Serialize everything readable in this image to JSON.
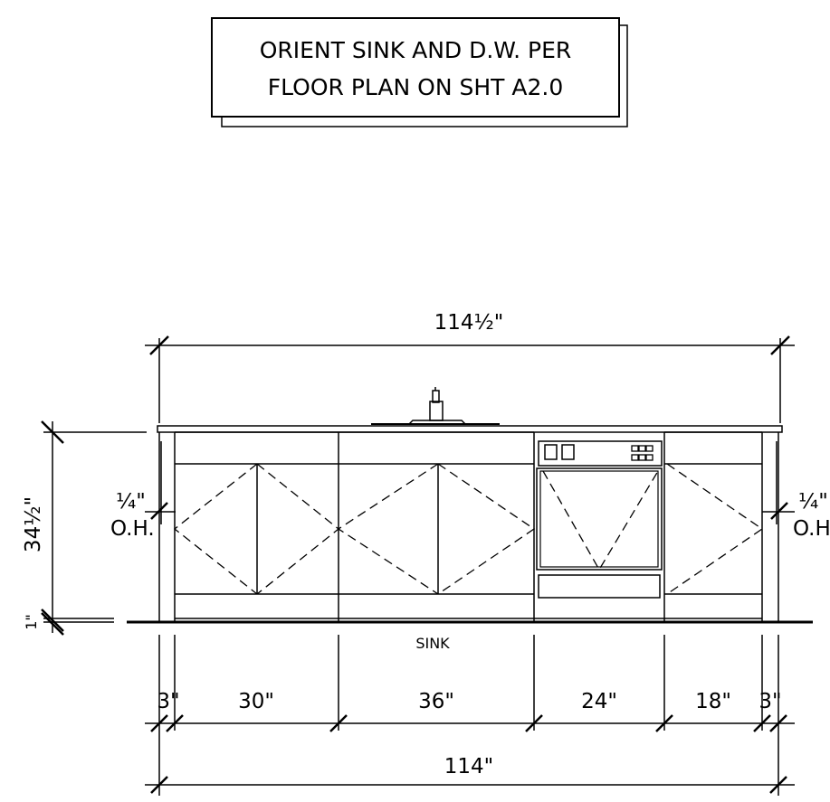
{
  "note": {
    "line1": "ORIENT SINK AND D.W. PER",
    "line2": "FLOOR PLAN ON SHT A2.0"
  },
  "dimensions": {
    "overall_top": "114½\"",
    "height": "34½\"",
    "toe_kick": "1\"",
    "overhang_left_value": "¼\"",
    "overhang_left_label": "O.H.",
    "overhang_right_value": "¼\"",
    "overhang_right_label": "O.H.",
    "segments": [
      "3\"",
      "30\"",
      "36\"",
      "24\"",
      "18\"",
      "3\""
    ],
    "overall_bottom": "114\""
  },
  "labels": {
    "sink": "SINK"
  }
}
